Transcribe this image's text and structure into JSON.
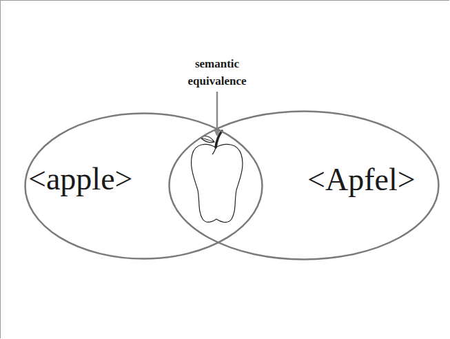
{
  "diagram": {
    "nodes": [
      {
        "text": [
          "<apple>"
        ]
      },
      {
        "text": [
          "<Apfel>"
        ]
      }
    ],
    "labels": [
      "semantic equivalence"
    ]
  }
}
